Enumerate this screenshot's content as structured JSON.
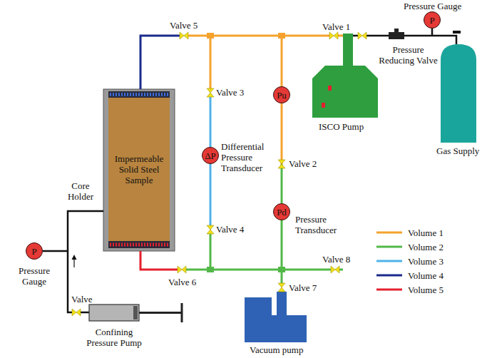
{
  "diagram": {
    "nodes": [
      {
        "text": [
          "P"
        ]
      },
      {
        "text": [
          "Impermeable Solid Steel Sample"
        ]
      },
      {
        "text": [
          "Pu"
        ]
      },
      {
        "text": [
          "ΔP"
        ]
      },
      {
        "text": [
          "Pd"
        ]
      },
      {
        "text": [
          "P"
        ]
      }
    ],
    "edges": [
      {
        "from": 2,
        "to": 4,
        "arrow": "none"
      }
    ],
    "labels": [
      "Pressure Gauge",
      "Valve 5",
      "Valve 1",
      "Pressure Reducing Valve",
      "ISCO Pump",
      "Gas Supply",
      "Valve 3",
      "Differential Pressure Transducer",
      "Valve 2",
      "Core Holder",
      "Pressure Transducer",
      "Valve 4",
      "Valve 8",
      "Valve 6",
      "Valve 7",
      "Pressure Gauge",
      "Valve",
      "Confining Pressure Pump",
      "Vacuum pump"
    ],
    "legend": [
      {
        "text": "Volume 1"
      },
      {
        "text": "Volume 2"
      },
      {
        "text": "Volume 3"
      },
      {
        "text": "Volume 4"
      },
      {
        "text": "Volume 5"
      }
    ]
  }
}
